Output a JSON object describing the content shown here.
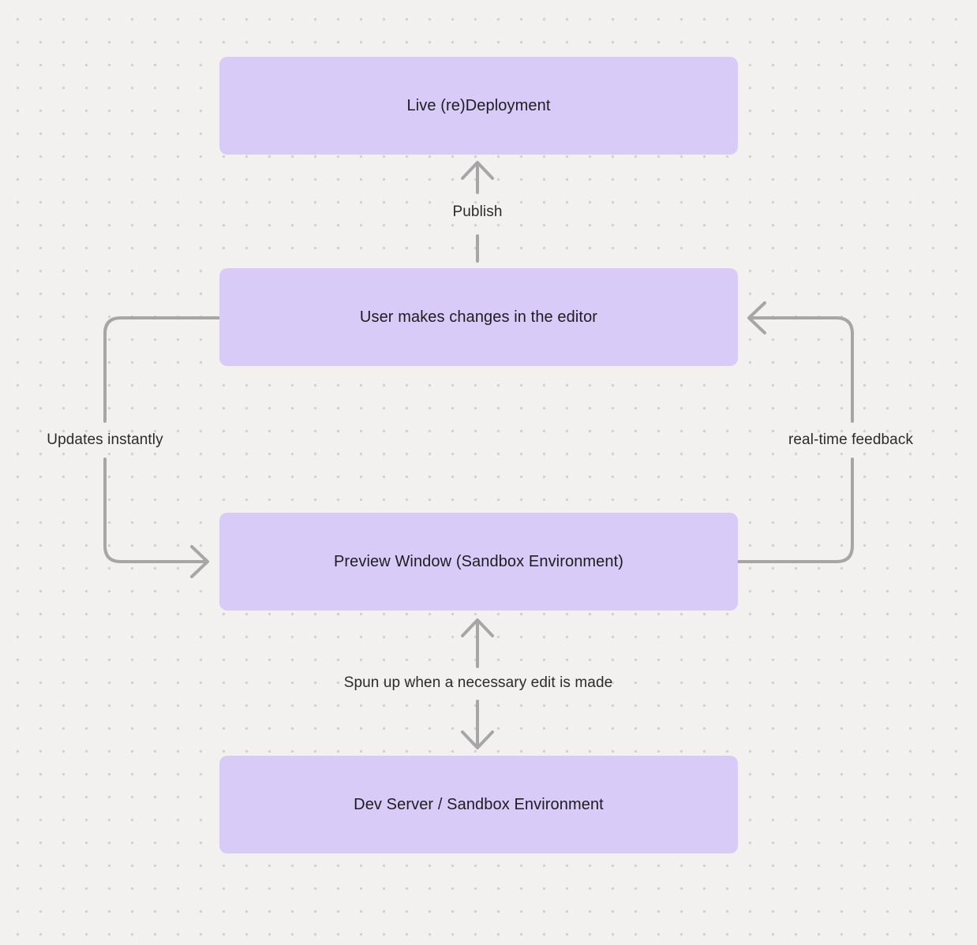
{
  "canvas": {
    "background": "#f2f1ef",
    "dot_color": "#d2d1cf"
  },
  "colors": {
    "node_fill": "#d9cbf7",
    "node_text": "#1d1d1f",
    "arrow": "#a6a6a6",
    "label_text": "#2b2b2b"
  },
  "nodes": [
    {
      "id": "live-deployment",
      "label": "Live (re)Deployment"
    },
    {
      "id": "user-editor",
      "label": "User makes changes in the editor"
    },
    {
      "id": "preview-window",
      "label": "Preview Window (Sandbox Environment)"
    },
    {
      "id": "dev-server",
      "label": "Dev Server / Sandbox Environment"
    }
  ],
  "edge_labels": [
    {
      "id": "publish",
      "label": "Publish"
    },
    {
      "id": "updates-instantly",
      "label": "Updates instantly"
    },
    {
      "id": "real-time-feedback",
      "label": "real-time feedback"
    },
    {
      "id": "spun-up",
      "label": "Spun up when a necessary edit is made"
    }
  ]
}
